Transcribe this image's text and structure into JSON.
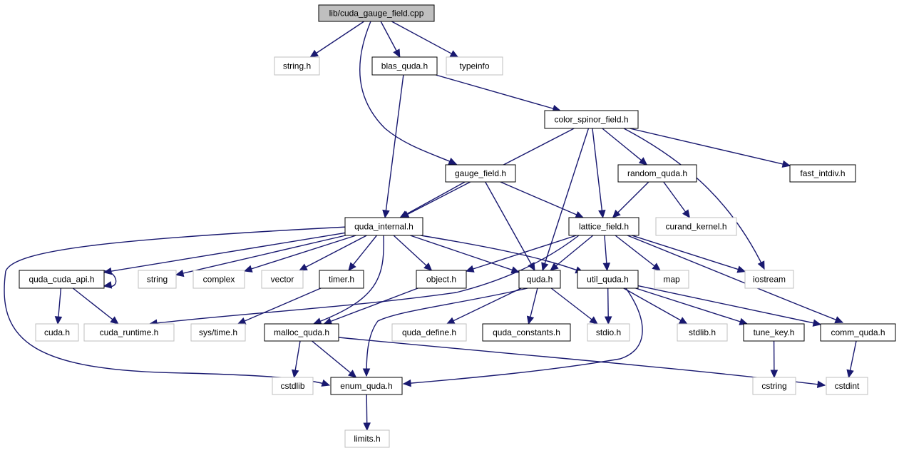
{
  "diagram": {
    "title": "lib/cuda_gauge_field.cpp",
    "nodes": [
      {
        "id": "root",
        "label": "lib/cuda_gauge_field.cpp",
        "kind": "root"
      },
      {
        "id": "string_h",
        "label": "string.h",
        "kind": "system"
      },
      {
        "id": "blas_quda",
        "label": "blas_quda.h",
        "kind": "project"
      },
      {
        "id": "typeinfo",
        "label": "typeinfo",
        "kind": "system"
      },
      {
        "id": "color_spinor",
        "label": "color_spinor_field.h",
        "kind": "project"
      },
      {
        "id": "gauge_field",
        "label": "gauge_field.h",
        "kind": "project"
      },
      {
        "id": "random_quda",
        "label": "random_quda.h",
        "kind": "project"
      },
      {
        "id": "fast_intdiv",
        "label": "fast_intdiv.h",
        "kind": "project"
      },
      {
        "id": "quda_internal",
        "label": "quda_internal.h",
        "kind": "project"
      },
      {
        "id": "lattice_field",
        "label": "lattice_field.h",
        "kind": "project"
      },
      {
        "id": "curand_kernel",
        "label": "curand_kernel.h",
        "kind": "system"
      },
      {
        "id": "quda_cuda_api",
        "label": "quda_cuda_api.h",
        "kind": "project"
      },
      {
        "id": "string",
        "label": "string",
        "kind": "system"
      },
      {
        "id": "complex",
        "label": "complex",
        "kind": "system"
      },
      {
        "id": "vector",
        "label": "vector",
        "kind": "system"
      },
      {
        "id": "timer",
        "label": "timer.h",
        "kind": "project"
      },
      {
        "id": "object",
        "label": "object.h",
        "kind": "project"
      },
      {
        "id": "quda_h",
        "label": "quda.h",
        "kind": "project"
      },
      {
        "id": "util_quda",
        "label": "util_quda.h",
        "kind": "project"
      },
      {
        "id": "map",
        "label": "map",
        "kind": "system"
      },
      {
        "id": "iostream",
        "label": "iostream",
        "kind": "system"
      },
      {
        "id": "cuda_h",
        "label": "cuda.h",
        "kind": "system"
      },
      {
        "id": "cuda_runtime",
        "label": "cuda_runtime.h",
        "kind": "system"
      },
      {
        "id": "sys_time",
        "label": "sys/time.h",
        "kind": "system"
      },
      {
        "id": "malloc_quda",
        "label": "malloc_quda.h",
        "kind": "project"
      },
      {
        "id": "quda_define",
        "label": "quda_define.h",
        "kind": "system"
      },
      {
        "id": "quda_constants",
        "label": "quda_constants.h",
        "kind": "project"
      },
      {
        "id": "stdio",
        "label": "stdio.h",
        "kind": "system"
      },
      {
        "id": "stdlib_h",
        "label": "stdlib.h",
        "kind": "system"
      },
      {
        "id": "tune_key",
        "label": "tune_key.h",
        "kind": "project"
      },
      {
        "id": "comm_quda",
        "label": "comm_quda.h",
        "kind": "project"
      },
      {
        "id": "cstdlib",
        "label": "cstdlib",
        "kind": "system"
      },
      {
        "id": "enum_quda",
        "label": "enum_quda.h",
        "kind": "project"
      },
      {
        "id": "cstring",
        "label": "cstring",
        "kind": "system"
      },
      {
        "id": "cstdint",
        "label": "cstdint",
        "kind": "system"
      },
      {
        "id": "limits",
        "label": "limits.h",
        "kind": "system"
      }
    ],
    "edges": [
      {
        "from": "root",
        "to": "string_h"
      },
      {
        "from": "root",
        "to": "blas_quda"
      },
      {
        "from": "root",
        "to": "typeinfo"
      },
      {
        "from": "root",
        "to": "gauge_field"
      },
      {
        "from": "blas_quda",
        "to": "color_spinor"
      },
      {
        "from": "blas_quda",
        "to": "quda_internal"
      },
      {
        "from": "color_spinor",
        "to": "quda_internal"
      },
      {
        "from": "color_spinor",
        "to": "quda_h"
      },
      {
        "from": "color_spinor",
        "to": "lattice_field"
      },
      {
        "from": "color_spinor",
        "to": "random_quda"
      },
      {
        "from": "color_spinor",
        "to": "fast_intdiv"
      },
      {
        "from": "color_spinor",
        "to": "iostream"
      },
      {
        "from": "gauge_field",
        "to": "quda_internal"
      },
      {
        "from": "gauge_field",
        "to": "quda_h"
      },
      {
        "from": "gauge_field",
        "to": "lattice_field"
      },
      {
        "from": "random_quda",
        "to": "lattice_field"
      },
      {
        "from": "random_quda",
        "to": "curand_kernel"
      },
      {
        "from": "quda_internal",
        "to": "quda_cuda_api"
      },
      {
        "from": "quda_internal",
        "to": "string"
      },
      {
        "from": "quda_internal",
        "to": "complex"
      },
      {
        "from": "quda_internal",
        "to": "vector"
      },
      {
        "from": "quda_internal",
        "to": "timer"
      },
      {
        "from": "quda_internal",
        "to": "object"
      },
      {
        "from": "quda_internal",
        "to": "quda_h"
      },
      {
        "from": "quda_internal",
        "to": "util_quda"
      },
      {
        "from": "quda_internal",
        "to": "malloc_quda"
      },
      {
        "from": "quda_internal",
        "to": "enum_quda"
      },
      {
        "from": "lattice_field",
        "to": "object"
      },
      {
        "from": "lattice_field",
        "to": "quda_h"
      },
      {
        "from": "lattice_field",
        "to": "util_quda"
      },
      {
        "from": "lattice_field",
        "to": "map"
      },
      {
        "from": "lattice_field",
        "to": "iostream"
      },
      {
        "from": "lattice_field",
        "to": "comm_quda"
      },
      {
        "from": "lattice_field",
        "to": "cuda_runtime"
      },
      {
        "from": "quda_cuda_api",
        "to": "quda_cuda_api"
      },
      {
        "from": "quda_cuda_api",
        "to": "cuda_h"
      },
      {
        "from": "quda_cuda_api",
        "to": "cuda_runtime"
      },
      {
        "from": "timer",
        "to": "sys_time"
      },
      {
        "from": "object",
        "to": "malloc_quda"
      },
      {
        "from": "quda_h",
        "to": "enum_quda"
      },
      {
        "from": "quda_h",
        "to": "quda_define"
      },
      {
        "from": "quda_h",
        "to": "quda_constants"
      },
      {
        "from": "quda_h",
        "to": "stdio"
      },
      {
        "from": "util_quda",
        "to": "stdio"
      },
      {
        "from": "util_quda",
        "to": "stdlib_h"
      },
      {
        "from": "util_quda",
        "to": "tune_key"
      },
      {
        "from": "util_quda",
        "to": "comm_quda"
      },
      {
        "from": "util_quda",
        "to": "enum_quda"
      },
      {
        "from": "malloc_quda",
        "to": "cstdlib"
      },
      {
        "from": "malloc_quda",
        "to": "enum_quda"
      },
      {
        "from": "malloc_quda",
        "to": "cstdint"
      },
      {
        "from": "tune_key",
        "to": "cstring"
      },
      {
        "from": "comm_quda",
        "to": "cstdint"
      },
      {
        "from": "enum_quda",
        "to": "limits"
      }
    ]
  },
  "colors": {
    "edge": "#191970",
    "project_border": "#000000",
    "system_border": "#bfbfbf",
    "root_fill": "#bfbfbf"
  }
}
